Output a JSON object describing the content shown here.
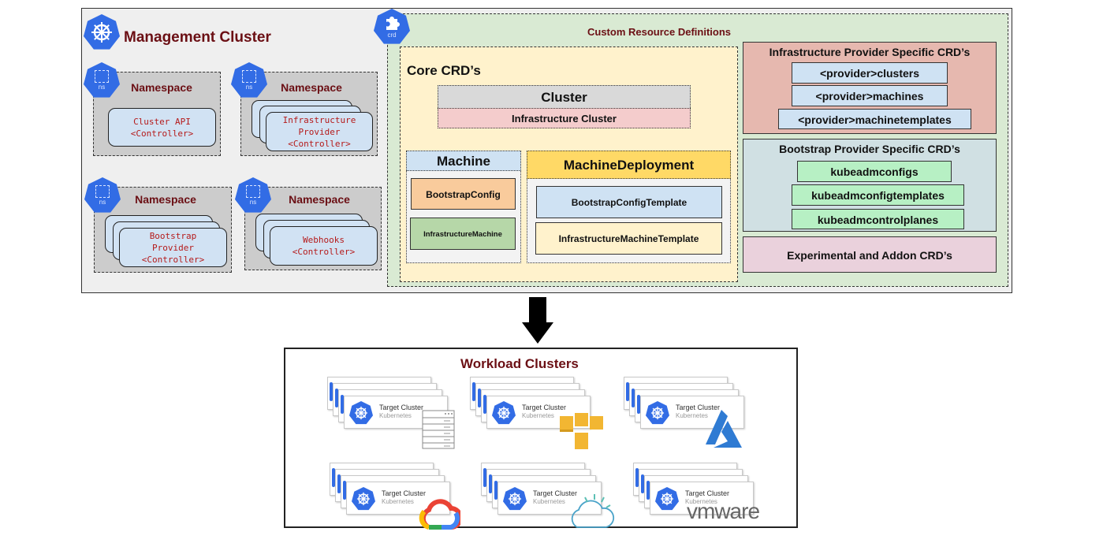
{
  "management_cluster": {
    "title": "Management Cluster",
    "icon": "kubernetes-helm-icon",
    "namespaces": [
      {
        "title": "Namespace",
        "icon_label": "ns",
        "controller_lines": [
          "Cluster API",
          "<Controller>"
        ],
        "stacked": false
      },
      {
        "title": "Namespace",
        "icon_label": "ns",
        "controller_lines": [
          "Infrastructure",
          "Provider",
          "<Controller>"
        ],
        "stacked": true
      },
      {
        "title": "Namespace",
        "icon_label": "ns",
        "controller_lines": [
          "Bootstrap",
          "Provider",
          "<Controller>"
        ],
        "stacked": true
      },
      {
        "title": "Namespace",
        "icon_label": "ns",
        "controller_lines": [
          "Webhooks",
          "<Controller>"
        ],
        "stacked": true
      }
    ]
  },
  "crd": {
    "title": "Custom Resource Definitions",
    "icon_label": "crd",
    "core": {
      "title": "Core CRD’s",
      "cluster": "Cluster",
      "infrastructure_cluster": "Infrastructure Cluster",
      "machine": {
        "title": "Machine",
        "items": [
          "BootstrapConfig",
          "InfrastructureMachine"
        ]
      },
      "machine_deployment": {
        "title": "MachineDeployment",
        "items": [
          "BootstrapConfigTemplate",
          "InfrastructureMachineTemplate"
        ]
      }
    },
    "infrastructure_provider": {
      "title": "Infrastructure Provider Specific CRD’s",
      "items": [
        "<provider>clusters",
        "<provider>machines",
        "<provider>machinetemplates"
      ]
    },
    "bootstrap_provider": {
      "title": "Bootstrap Provider Specific CRD’s",
      "items": [
        "kubeadmconfigs",
        "kubeadmconfigtemplates",
        "kubeadmcontrolplanes"
      ]
    },
    "experimental": "Experimental and Addon CRD’s"
  },
  "workload": {
    "title": "Workload Clusters",
    "card_title": "Target Cluster",
    "card_subtitle": "Kubernetes",
    "clusters": [
      {
        "provider_icon": "server-rack-icon"
      },
      {
        "provider_icon": "aws-boxes-icon"
      },
      {
        "provider_icon": "azure-icon"
      },
      {
        "provider_icon": "google-cloud-icon"
      },
      {
        "provider_icon": "ibm-cloud-icon"
      },
      {
        "provider_icon": "vmware-logo",
        "provider_text": "vmware"
      }
    ]
  },
  "colors": {
    "title_red": "#6b0f14",
    "controller_text": "#b51a1a",
    "k8s_blue": "#326ce5"
  }
}
